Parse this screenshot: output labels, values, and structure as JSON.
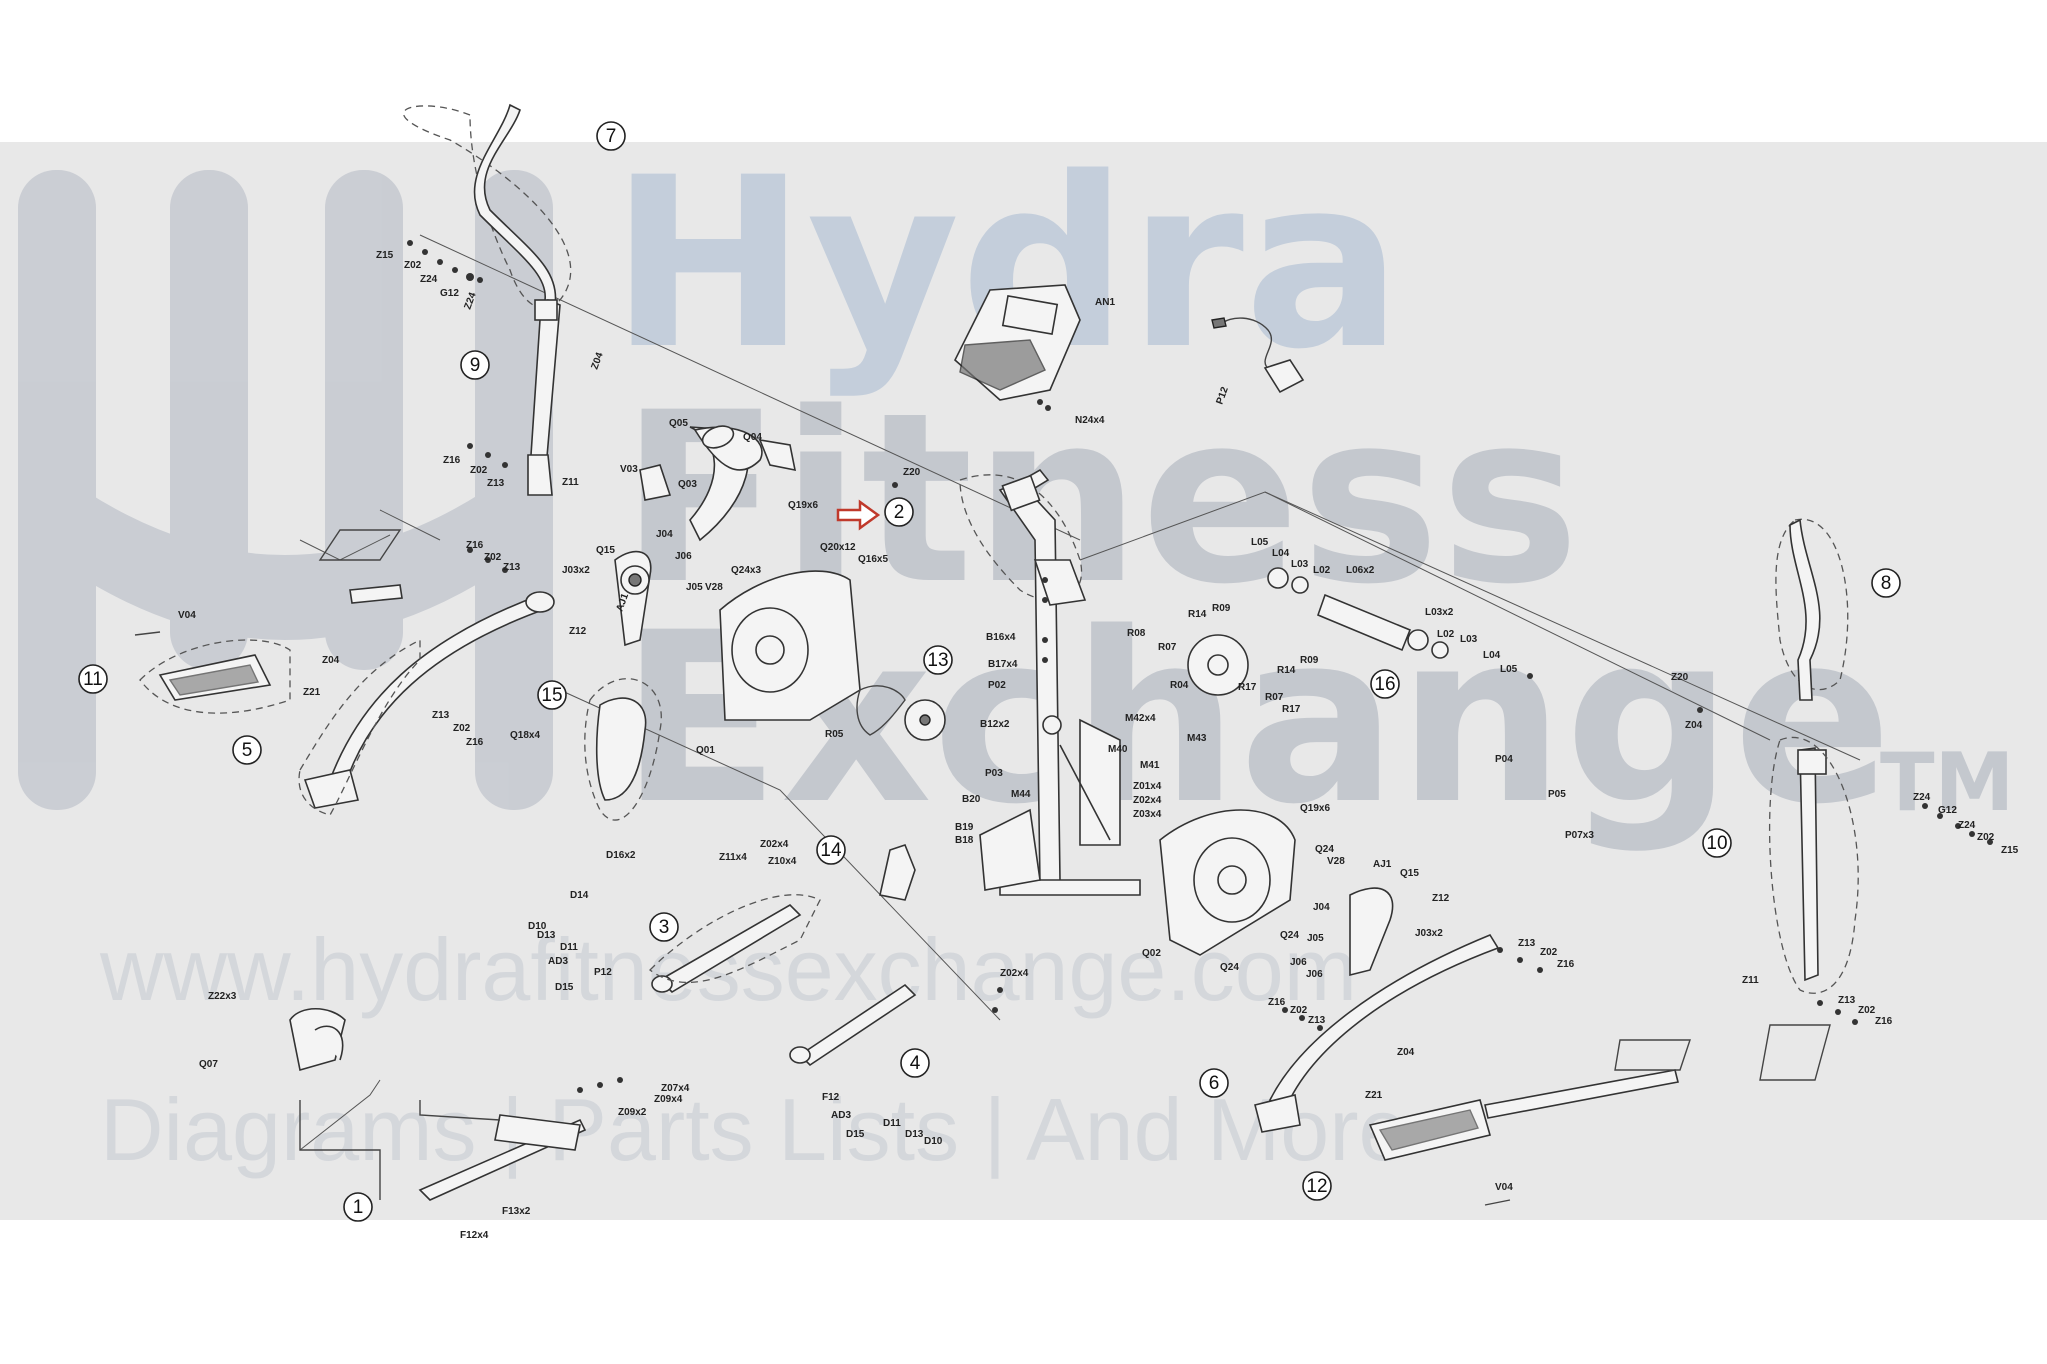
{
  "watermark": {
    "brand_line1": "Hydra",
    "brand_line2": "Fitness",
    "brand_line3": "Exchange",
    "trademark": "TM",
    "url": "www.hydrafitnessexchange.com",
    "tagline": "Diagrams | Parts Lists | And More",
    "brand_color": "#8aa6c8"
  },
  "callouts": [
    "1",
    "2",
    "3",
    "4",
    "5",
    "6",
    "7",
    "8",
    "9",
    "10",
    "11",
    "12",
    "13",
    "14",
    "15",
    "16"
  ],
  "arrow_color": "#c0392b",
  "labels": {
    "Z15a": "Z15",
    "Z02a": "Z02",
    "Z24a": "Z24",
    "G12a": "G12",
    "Z24b": "Z24",
    "Z04a": "Z04",
    "Z16a": "Z16",
    "Z02b": "Z02",
    "Z13a": "Z13",
    "Z11a": "Z11",
    "Q05": "Q05",
    "Q04": "Q04",
    "V03": "V03",
    "Q03": "Q03",
    "Z20a": "Z20",
    "Q19x6a": "Q19x6",
    "Q20x12": "Q20x12",
    "Q16x5a": "Q16x5",
    "AN1": "AN1",
    "N24x4": "N24x4",
    "P12a": "P12",
    "L05a": "L05",
    "L04a": "L04",
    "L03a": "L03",
    "L02a": "L02",
    "L06x2": "L06x2",
    "L03x2": "L03x2",
    "L02b": "L02",
    "L03b": "L03",
    "L04b": "L04",
    "L05b": "L05",
    "R14a": "R14",
    "R09a": "R09",
    "R08": "R08",
    "R07a": "R07",
    "R04": "R04",
    "R17a": "R17",
    "R09b": "R09",
    "R14b": "R14",
    "R07b": "R07",
    "R17b": "R17",
    "Z16b": "Z16",
    "Z02c": "Z02",
    "Z13b": "Z13",
    "V04a": "V04",
    "J03x2a": "J03x2",
    "Q15a": "Q15",
    "J04a": "J04",
    "J06a": "J06",
    "J05a": "J05",
    "Q24x3": "Q24x3",
    "V28a": "V28",
    "AJ1a": "AJ1",
    "Z12a": "Z12",
    "Z04b": "Z04",
    "Z21a": "Z21",
    "Z13c": "Z13",
    "Z02d": "Z02",
    "Z16c": "Z16",
    "B16x4": "B16x4",
    "B17x4": "B17x4",
    "P02": "P02",
    "B12x2": "B12x2",
    "M42x4": "M42x4",
    "M40": "M40",
    "M41": "M41",
    "M43": "M43",
    "P03": "P03",
    "M44": "M44",
    "Z01x4": "Z01x4",
    "Z02x4a": "Z02x4",
    "Z03x4": "Z03x4",
    "B20": "B20",
    "B19": "B19",
    "B18": "B18",
    "R05": "R05",
    "Q01": "Q01",
    "Q18x4": "Q18x4",
    "Z20b": "Z20",
    "Z04c": "Z04",
    "P04": "P04",
    "P05": "P05",
    "P07x3": "P07x3",
    "Z24c": "Z24",
    "G12b": "G12",
    "Z24d": "Z24",
    "Z02e": "Z02",
    "Z15b": "Z15",
    "D16x2": "D16x2",
    "D14": "D14",
    "Z11x4": "Z11x4",
    "Z02x4b": "Z02x4",
    "Z10x4": "Z10x4",
    "D10a": "D10",
    "D13a": "D13",
    "D11a": "D11",
    "AD3a": "AD3",
    "P12b": "P12",
    "D15a": "D15",
    "Q19x6b": "Q19x6",
    "Q24a": "Q24",
    "V28b": "V28",
    "AJ1b": "AJ1",
    "Q15b": "Q15",
    "J04b": "J04",
    "Z12b": "Z12",
    "Q24b": "Q24",
    "J05b": "J05",
    "J03x2b": "J03x2",
    "J06b": "J06",
    "J06c": "J06",
    "Q02": "Q02",
    "Q24c": "Q24",
    "Z13d": "Z13",
    "Z02f": "Z02",
    "Z16d": "Z16",
    "Z22x3": "Z22x3",
    "Q07": "Q07",
    "Z07x4": "Z07x4",
    "Z09x4": "Z09x4",
    "Z09x2": "Z09x2",
    "Z02x4c": "Z02x4",
    "F12a": "F12",
    "AD3b": "AD3",
    "D11b": "D11",
    "D15b": "D15",
    "D13b": "D13",
    "D10b": "D10",
    "F13x2": "F13x2",
    "F12x4": "F12x4",
    "Z16e": "Z16",
    "Z02g": "Z02",
    "Z13e": "Z13",
    "Z04d": "Z04",
    "Z21b": "Z21",
    "Z11b": "Z11",
    "Z13f": "Z13",
    "Z02h": "Z02",
    "Z16f": "Z16",
    "V04b": "V04"
  }
}
